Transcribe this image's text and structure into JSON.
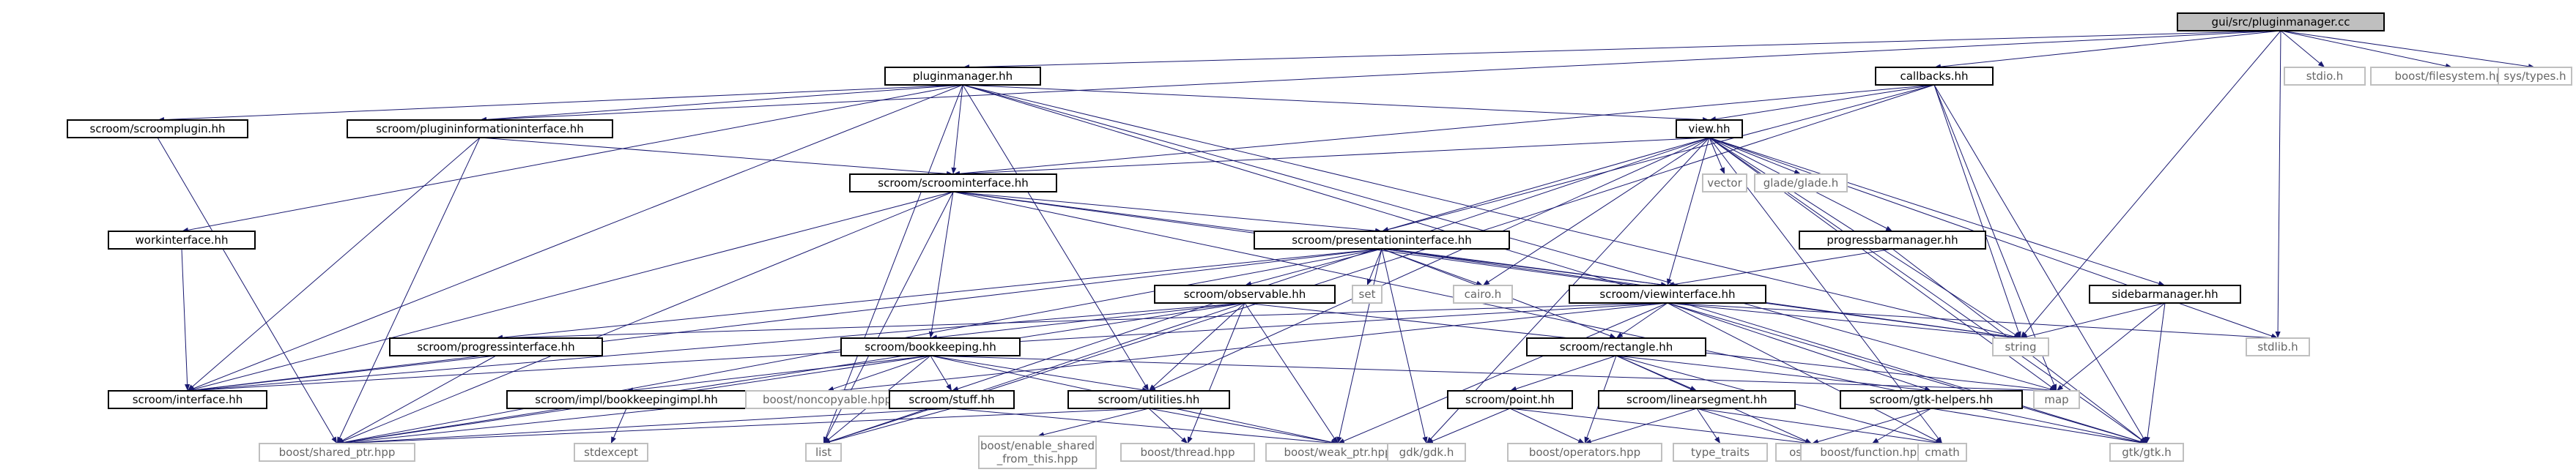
{
  "graph": {
    "colors": {
      "edge": "#191970",
      "node_border": "#000000",
      "external_border": "#bfbfbf",
      "root_fill": "#bfbfbf",
      "node_fill": "#ffffff",
      "external_text": "#666666",
      "node_text": "#000000"
    },
    "nodes": [
      {
        "id": "pluginmanager_cc",
        "label": "gui/src/pluginmanager.cc",
        "kind": "root"
      },
      {
        "id": "pluginmanager_hh",
        "label": "pluginmanager.hh",
        "kind": "internal"
      },
      {
        "id": "callbacks_hh",
        "label": "callbacks.hh",
        "kind": "internal"
      },
      {
        "id": "stdio_h",
        "label": "stdio.h",
        "kind": "external"
      },
      {
        "id": "boost_filesystem",
        "label": "boost/filesystem.hpp",
        "kind": "external"
      },
      {
        "id": "sys_types",
        "label": "sys/types.h",
        "kind": "external"
      },
      {
        "id": "scroomplugin",
        "label": "scroom/scroomplugin.hh",
        "kind": "internal"
      },
      {
        "id": "plugininfo",
        "label": "scroom/plugininformationinterface.hh",
        "kind": "internal"
      },
      {
        "id": "view_hh",
        "label": "view.hh",
        "kind": "internal"
      },
      {
        "id": "scroominterface",
        "label": "scroom/scroominterface.hh",
        "kind": "internal"
      },
      {
        "id": "vector",
        "label": "vector",
        "kind": "external"
      },
      {
        "id": "glade",
        "label": "glade/glade.h",
        "kind": "external"
      },
      {
        "id": "workinterface",
        "label": "workinterface.hh",
        "kind": "internal"
      },
      {
        "id": "presentationinterface",
        "label": "scroom/presentationinterface.hh",
        "kind": "internal"
      },
      {
        "id": "progressbarmanager",
        "label": "progressbarmanager.hh",
        "kind": "internal"
      },
      {
        "id": "observable",
        "label": "scroom/observable.hh",
        "kind": "internal"
      },
      {
        "id": "set",
        "label": "set",
        "kind": "external"
      },
      {
        "id": "cairo",
        "label": "cairo.h",
        "kind": "external"
      },
      {
        "id": "viewinterface",
        "label": "scroom/viewinterface.hh",
        "kind": "internal"
      },
      {
        "id": "sidebarmanager",
        "label": "sidebarmanager.hh",
        "kind": "internal"
      },
      {
        "id": "string",
        "label": "string",
        "kind": "external"
      },
      {
        "id": "stdlib",
        "label": "stdlib.h",
        "kind": "external"
      },
      {
        "id": "progressinterface",
        "label": "scroom/progressinterface.hh",
        "kind": "internal"
      },
      {
        "id": "bookkeeping",
        "label": "scroom/bookkeeping.hh",
        "kind": "internal"
      },
      {
        "id": "rectangle",
        "label": "scroom/rectangle.hh",
        "kind": "internal"
      },
      {
        "id": "interface_hh",
        "label": "scroom/interface.hh",
        "kind": "internal"
      },
      {
        "id": "bookkeepingimpl",
        "label": "scroom/impl/bookkeepingimpl.hh",
        "kind": "internal"
      },
      {
        "id": "noncopyable",
        "label": "boost/noncopyable.hpp",
        "kind": "external"
      },
      {
        "id": "stuff",
        "label": "scroom/stuff.hh",
        "kind": "internal"
      },
      {
        "id": "utilities",
        "label": "scroom/utilities.hh",
        "kind": "internal"
      },
      {
        "id": "point",
        "label": "scroom/point.hh",
        "kind": "internal"
      },
      {
        "id": "linearsegment",
        "label": "scroom/linearsegment.hh",
        "kind": "internal"
      },
      {
        "id": "gtkhelpers",
        "label": "scroom/gtk-helpers.hh",
        "kind": "internal"
      },
      {
        "id": "map",
        "label": "map",
        "kind": "external"
      },
      {
        "id": "shared_ptr",
        "label": "boost/shared_ptr.hpp",
        "kind": "external"
      },
      {
        "id": "stdexcept",
        "label": "stdexcept",
        "kind": "external"
      },
      {
        "id": "list",
        "label": "list",
        "kind": "external"
      },
      {
        "id": "enable_shared",
        "label": "boost/enable_shared_from_this.hpp",
        "lines": [
          "boost/enable_shared",
          "_from_this.hpp"
        ],
        "kind": "external"
      },
      {
        "id": "thread",
        "label": "boost/thread.hpp",
        "kind": "external"
      },
      {
        "id": "weak_ptr",
        "label": "boost/weak_ptr.hpp",
        "kind": "external"
      },
      {
        "id": "gdk",
        "label": "gdk/gdk.h",
        "kind": "external"
      },
      {
        "id": "operators",
        "label": "boost/operators.hpp",
        "kind": "external"
      },
      {
        "id": "type_traits",
        "label": "type_traits",
        "kind": "external"
      },
      {
        "id": "ostream",
        "label": "ostream",
        "kind": "external"
      },
      {
        "id": "function",
        "label": "boost/function.hpp",
        "kind": "external"
      },
      {
        "id": "cmath",
        "label": "cmath",
        "kind": "external"
      },
      {
        "id": "gtk",
        "label": "gtk/gtk.h",
        "kind": "external"
      }
    ],
    "edges": [
      [
        "pluginmanager_cc",
        "pluginmanager_hh"
      ],
      [
        "pluginmanager_cc",
        "callbacks_hh"
      ],
      [
        "pluginmanager_cc",
        "stdio_h"
      ],
      [
        "pluginmanager_cc",
        "boost_filesystem"
      ],
      [
        "pluginmanager_cc",
        "sys_types"
      ],
      [
        "pluginmanager_cc",
        "stdlib"
      ],
      [
        "pluginmanager_cc",
        "string"
      ],
      [
        "pluginmanager_cc",
        "plugininfo"
      ],
      [
        "pluginmanager_hh",
        "scroomplugin"
      ],
      [
        "pluginmanager_hh",
        "plugininfo"
      ],
      [
        "pluginmanager_hh",
        "view_hh"
      ],
      [
        "pluginmanager_hh",
        "scroominterface"
      ],
      [
        "pluginmanager_hh",
        "workinterface"
      ],
      [
        "pluginmanager_hh",
        "string"
      ],
      [
        "pluginmanager_hh",
        "map"
      ],
      [
        "pluginmanager_hh",
        "utilities"
      ],
      [
        "pluginmanager_hh",
        "list"
      ],
      [
        "pluginmanager_hh",
        "gtk"
      ],
      [
        "pluginmanager_hh",
        "interface_hh"
      ],
      [
        "callbacks_hh",
        "view_hh"
      ],
      [
        "callbacks_hh",
        "scroominterface"
      ],
      [
        "callbacks_hh",
        "presentationinterface"
      ],
      [
        "callbacks_hh",
        "string"
      ],
      [
        "callbacks_hh",
        "map"
      ],
      [
        "callbacks_hh",
        "gtk"
      ],
      [
        "callbacks_hh",
        "list"
      ],
      [
        "scroomplugin",
        "shared_ptr"
      ],
      [
        "plugininfo",
        "scroominterface"
      ],
      [
        "plugininfo",
        "shared_ptr"
      ],
      [
        "plugininfo",
        "interface_hh"
      ],
      [
        "view_hh",
        "scroominterface"
      ],
      [
        "view_hh",
        "vector"
      ],
      [
        "view_hh",
        "glade"
      ],
      [
        "view_hh",
        "presentationinterface"
      ],
      [
        "view_hh",
        "progressbarmanager"
      ],
      [
        "view_hh",
        "viewinterface"
      ],
      [
        "view_hh",
        "sidebarmanager"
      ],
      [
        "view_hh",
        "cairo"
      ],
      [
        "view_hh",
        "string"
      ],
      [
        "view_hh",
        "stdlib"
      ],
      [
        "view_hh",
        "map"
      ],
      [
        "view_hh",
        "utilities"
      ],
      [
        "view_hh",
        "stuff"
      ],
      [
        "view_hh",
        "gdk"
      ],
      [
        "view_hh",
        "gtk"
      ],
      [
        "view_hh",
        "cmath"
      ],
      [
        "scroominterface",
        "presentationinterface"
      ],
      [
        "scroominterface",
        "viewinterface"
      ],
      [
        "scroominterface",
        "bookkeeping"
      ],
      [
        "scroominterface",
        "interface_hh"
      ],
      [
        "scroominterface",
        "shared_ptr"
      ],
      [
        "scroominterface",
        "list"
      ],
      [
        "scroominterface",
        "string"
      ],
      [
        "scroominterface",
        "gtk"
      ],
      [
        "workinterface",
        "interface_hh"
      ],
      [
        "presentationinterface",
        "observable"
      ],
      [
        "presentationinterface",
        "set"
      ],
      [
        "presentationinterface",
        "cairo"
      ],
      [
        "presentationinterface",
        "viewinterface"
      ],
      [
        "presentationinterface",
        "rectangle"
      ],
      [
        "presentationinterface",
        "interface_hh"
      ],
      [
        "presentationinterface",
        "shared_ptr"
      ],
      [
        "presentationinterface",
        "weak_ptr"
      ],
      [
        "presentationinterface",
        "gdk"
      ],
      [
        "presentationinterface",
        "progressinterface"
      ],
      [
        "presentationinterface",
        "string"
      ],
      [
        "progressbarmanager",
        "viewinterface"
      ],
      [
        "progressbarmanager",
        "gtk"
      ],
      [
        "observable",
        "bookkeeping"
      ],
      [
        "observable",
        "utilities"
      ],
      [
        "observable",
        "map"
      ],
      [
        "observable",
        "weak_ptr"
      ],
      [
        "observable",
        "thread"
      ],
      [
        "observable",
        "list"
      ],
      [
        "observable",
        "shared_ptr"
      ],
      [
        "observable",
        "interface_hh"
      ],
      [
        "viewinterface",
        "progressinterface"
      ],
      [
        "viewinterface",
        "rectangle"
      ],
      [
        "viewinterface",
        "string"
      ],
      [
        "viewinterface",
        "stdlib"
      ],
      [
        "viewinterface",
        "gtkhelpers"
      ],
      [
        "viewinterface",
        "cmath"
      ],
      [
        "viewinterface",
        "gtk"
      ],
      [
        "viewinterface",
        "shared_ptr"
      ],
      [
        "viewinterface",
        "weak_ptr"
      ],
      [
        "viewinterface",
        "interface_hh"
      ],
      [
        "sidebarmanager",
        "string"
      ],
      [
        "sidebarmanager",
        "map"
      ],
      [
        "sidebarmanager",
        "gtk"
      ],
      [
        "progressinterface",
        "interface_hh"
      ],
      [
        "progressinterface",
        "shared_ptr"
      ],
      [
        "bookkeeping",
        "bookkeepingimpl"
      ],
      [
        "bookkeeping",
        "noncopyable"
      ],
      [
        "bookkeeping",
        "stuff"
      ],
      [
        "bookkeeping",
        "utilities"
      ],
      [
        "bookkeeping",
        "map"
      ],
      [
        "bookkeeping",
        "list"
      ],
      [
        "bookkeeping",
        "weak_ptr"
      ],
      [
        "bookkeeping",
        "shared_ptr"
      ],
      [
        "rectangle",
        "point"
      ],
      [
        "rectangle",
        "linearsegment"
      ],
      [
        "rectangle",
        "gtkhelpers"
      ],
      [
        "rectangle",
        "operators"
      ],
      [
        "rectangle",
        "ostream"
      ],
      [
        "rectangle",
        "cmath"
      ],
      [
        "bookkeepingimpl",
        "stdexcept"
      ],
      [
        "stuff",
        "list"
      ],
      [
        "stuff",
        "shared_ptr"
      ],
      [
        "stuff",
        "weak_ptr"
      ],
      [
        "utilities",
        "enable_shared"
      ],
      [
        "utilities",
        "thread"
      ],
      [
        "utilities",
        "weak_ptr"
      ],
      [
        "utilities",
        "shared_ptr"
      ],
      [
        "point",
        "gdk"
      ],
      [
        "point",
        "operators"
      ],
      [
        "point",
        "ostream"
      ],
      [
        "linearsegment",
        "type_traits"
      ],
      [
        "linearsegment",
        "ostream"
      ],
      [
        "linearsegment",
        "operators"
      ],
      [
        "linearsegment",
        "cmath"
      ],
      [
        "gtkhelpers",
        "function"
      ],
      [
        "gtkhelpers",
        "gtk"
      ],
      [
        "gtkhelpers",
        "ostream"
      ]
    ]
  }
}
